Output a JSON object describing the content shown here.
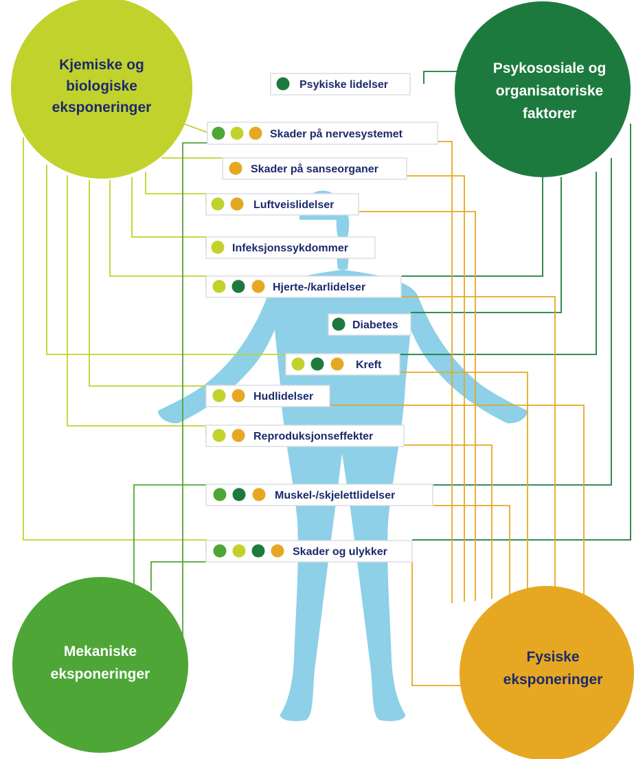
{
  "colors": {
    "chemical": "#c2d22d",
    "psychosocial": "#1d7a3f",
    "mechanical": "#4ea637",
    "physical": "#e6a823",
    "body": "#8dd0e8",
    "label_text": "#1c2a6b"
  },
  "exposures": {
    "chemical": {
      "line1": "Kjemiske og",
      "line2": "biologiske",
      "line3": "eksponeringer"
    },
    "psychosocial": {
      "line1": "Psykososiale og",
      "line2": "organisatoriske",
      "line3": "faktorer"
    },
    "mechanical": {
      "line1": "Mekaniske",
      "line2": "eksponeringer"
    },
    "physical": {
      "line1": "Fysiske",
      "line2": "eksponeringer"
    }
  },
  "conditions": [
    {
      "label": "Psykiske lidelser",
      "dots": [
        "psychosocial"
      ]
    },
    {
      "label": "Skader på nervesystemet",
      "dots": [
        "mechanical",
        "chemical",
        "physical"
      ]
    },
    {
      "label": "Skader på sanseorganer",
      "dots": [
        "physical"
      ]
    },
    {
      "label": "Luftveislidelser",
      "dots": [
        "chemical",
        "physical"
      ]
    },
    {
      "label": "Infeksjonssykdommer",
      "dots": [
        "chemical"
      ]
    },
    {
      "label": "Hjerte-/karlidelser",
      "dots": [
        "chemical",
        "psychosocial",
        "physical"
      ]
    },
    {
      "label": "Diabetes",
      "dots": [
        "psychosocial"
      ]
    },
    {
      "label": "Kreft",
      "dots": [
        "chemical",
        "psychosocial",
        "physical"
      ]
    },
    {
      "label": "Hudlidelser",
      "dots": [
        "chemical",
        "physical"
      ]
    },
    {
      "label": "Reproduksjonseffekter",
      "dots": [
        "chemical",
        "physical"
      ]
    },
    {
      "label": "Muskel-/skjelettlidelser",
      "dots": [
        "mechanical",
        "psychosocial",
        "physical"
      ]
    },
    {
      "label": "Skader og ulykker",
      "dots": [
        "mechanical",
        "chemical",
        "psychosocial",
        "physical"
      ]
    }
  ]
}
